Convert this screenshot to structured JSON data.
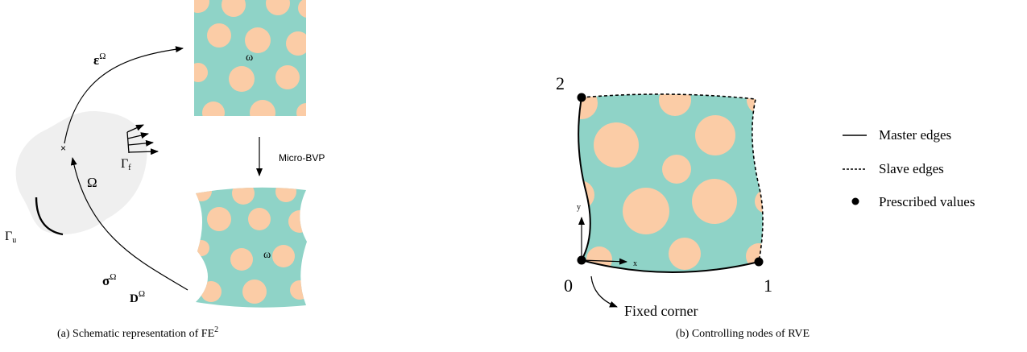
{
  "colors": {
    "matrix": "#8fd3c7",
    "inclusion": "#fbcca6",
    "body": "#efefef",
    "ink": "#000000"
  },
  "panel_a": {
    "caption": "(a) Schematic representation of FE",
    "caption_sup": "2",
    "omega_macro": "Ω",
    "gamma_f": "Γ",
    "gamma_f_sub": "f",
    "gamma_u": "Γ",
    "gamma_u_sub": "u",
    "strain_label": "ε",
    "strain_sup": "Ω",
    "stress_label": "σ",
    "stress_sup": "Ω",
    "tangent_label": "D",
    "tangent_sup": "Ω",
    "omega_micro_top": "ω",
    "omega_micro_bottom": "ω",
    "micro_bvp": "Micro-BVP"
  },
  "panel_b": {
    "caption": "(b) Controlling nodes of RVE",
    "node_0": "0",
    "node_1": "1",
    "node_2": "2",
    "axis_x": "x",
    "axis_y": "y",
    "fixed_corner": "Fixed corner",
    "legend": {
      "master": "Master edges",
      "slave": "Slave edges",
      "prescribed": "Prescribed values"
    }
  }
}
